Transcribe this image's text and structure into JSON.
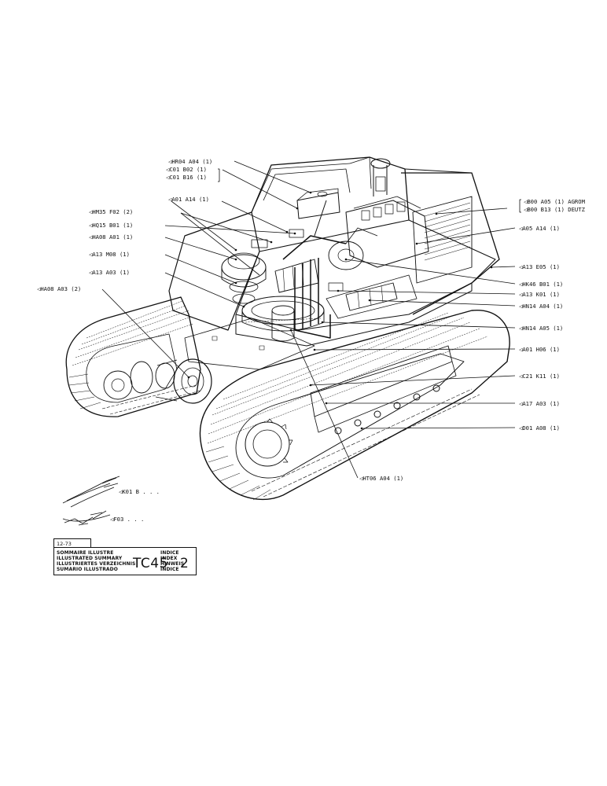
{
  "callouts": [
    {
      "id": "hr04",
      "text": "HR04 A04 (1)"
    },
    {
      "id": "c01b02",
      "text": "C01 B02 (1)"
    },
    {
      "id": "c01b16",
      "text": "C01 B16 (1)"
    },
    {
      "id": "a01a14",
      "text": "A01 A14 (1)"
    },
    {
      "id": "hm35",
      "text": "HM35 F02 (2)"
    },
    {
      "id": "hq15",
      "text": "HQ15 B01 (1)"
    },
    {
      "id": "ha08a01",
      "text": "HA08 A01 (1)"
    },
    {
      "id": "a13m08",
      "text": "A13 M08 (1)"
    },
    {
      "id": "a13a03",
      "text": "A13 A03 (1)"
    },
    {
      "id": "ha08a03",
      "text": "HA08 A03 (2)"
    },
    {
      "id": "b00a05",
      "text": "B00 A05 (1) AGROM"
    },
    {
      "id": "b00b13",
      "text": "B00 B13 (1) DEUTZ"
    },
    {
      "id": "a05a14",
      "text": "A05 A14 (1)"
    },
    {
      "id": "a13e05",
      "text": "A13 E05 (1)"
    },
    {
      "id": "hk46",
      "text": "HK46 B01 (1)"
    },
    {
      "id": "a13k01",
      "text": "A13 K01 (1)"
    },
    {
      "id": "hn14a04",
      "text": "HN14 A04 (1)"
    },
    {
      "id": "hn14a05",
      "text": "HN14 A05 (1)"
    },
    {
      "id": "a01h06",
      "text": "A01 H06 (1)"
    },
    {
      "id": "c21k11",
      "text": "C21 K11 (1)"
    },
    {
      "id": "a17a03",
      "text": "A17 A03 (1)"
    },
    {
      "id": "d01a08",
      "text": "D01 A08 (1)"
    },
    {
      "id": "ht06",
      "text": "HT06 A04 (1)"
    }
  ],
  "legend": {
    "k01": "K01 B . . .",
    "f03": "F03 . . ."
  },
  "title_block": {
    "date": "12-73",
    "lines": [
      "SOMMAIRE ILLUSTRE",
      "ILLUSTRATED SUMMARY",
      "ILLUSTRIERTES VERZEICHNIS",
      "SUMARIO ILLUSTRADO"
    ],
    "model": "TC45",
    "index_labels": [
      "INDICE",
      "INDEX",
      "HINWEIS",
      "INDICE"
    ],
    "index_value": "2"
  }
}
